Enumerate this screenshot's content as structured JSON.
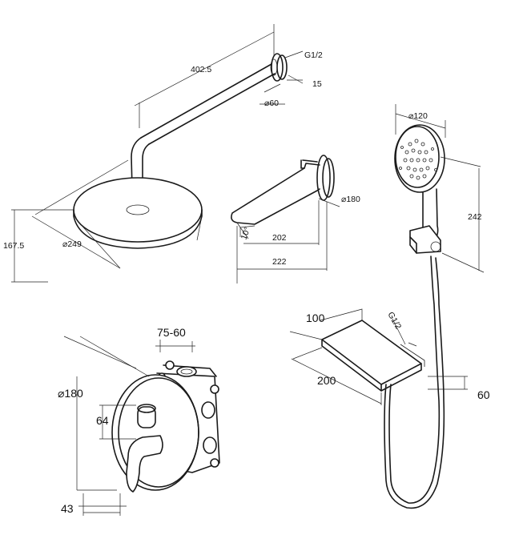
{
  "dimensions": {
    "arm_length": "402.5",
    "thread_top": "G1/2",
    "flange_depth": "15",
    "flange_dia": "⌀60",
    "height_total": "167.5",
    "head_dia": "⌀249",
    "hand_shower_dia": "⌀120",
    "spout_flange_dia": "⌀180",
    "spout_angle": "10°",
    "spout_len_inner": "202",
    "spout_len_outer": "222",
    "hand_shower_height": "242",
    "shelf_depth": "100",
    "thread_shelf": "G1/2",
    "shelf_width": "200",
    "shelf_height": "60",
    "box_depth": "75-60",
    "mixer_plate_dia": "⌀180",
    "knob_offset": "64",
    "lever_offset": "43"
  }
}
